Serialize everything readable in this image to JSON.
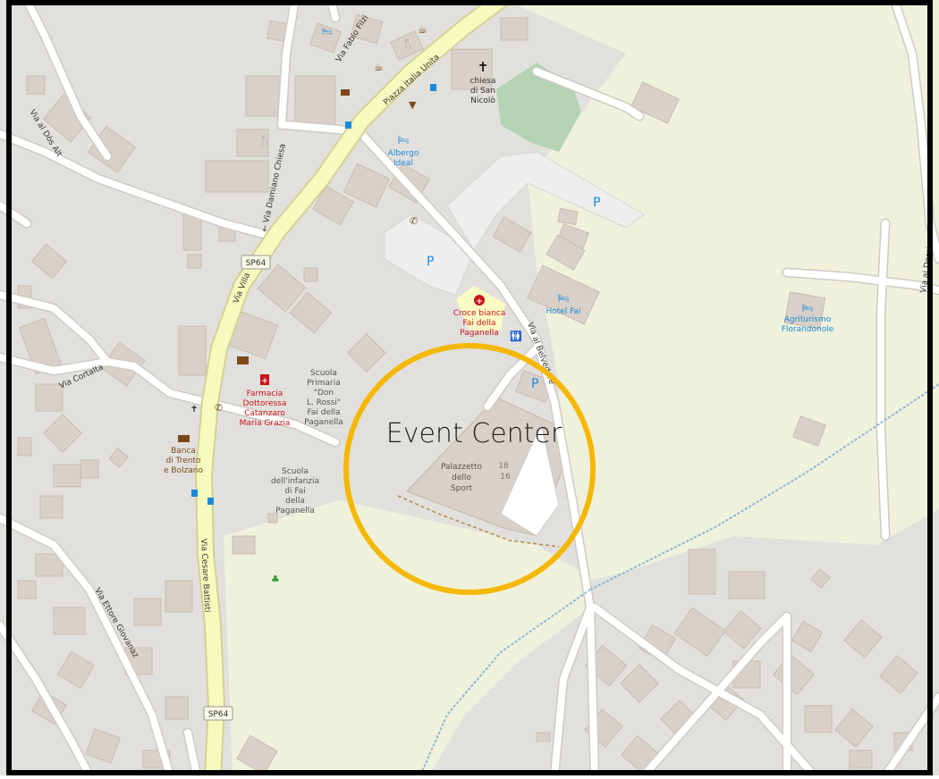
{
  "map": {
    "colors": {
      "background": "#e2e0dc",
      "meadow": "#f0f1dc",
      "building": "#d9d0c9",
      "building_stroke": "#c4b6ab",
      "road": "#ffffff",
      "road_casing": "#cfcac3",
      "primary_road": "#f7fabf",
      "primary_casing": "#d2d296",
      "parking": "#eeeeee",
      "church_green": "#b3d3b3",
      "hospital_area": "#fcfbc4",
      "red": "#c8141a",
      "blue_poi": "#1a8ad8",
      "brown_poi": "#7b4a1c",
      "highlight_circle": "#f5b800",
      "frame": "#000000"
    },
    "highlight": {
      "label": "Event Center"
    },
    "roads": [
      {
        "id": "via-fabio-filzi",
        "label": "Via Fabio Filzi"
      },
      {
        "id": "piazza-italia-unita",
        "label": "Piazza Italia Unita"
      },
      {
        "id": "via-al-dos-alt",
        "label": "Via al Dòs Alt"
      },
      {
        "id": "via-damiano-chiesa",
        "label": "← Via Damiano Chiesa"
      },
      {
        "id": "via-villa",
        "label": "Via Villa"
      },
      {
        "id": "via-cortalta",
        "label": "Via Cortalta"
      },
      {
        "id": "via-al-belvedere",
        "label": "Via al Belvedere"
      },
      {
        "id": "via-cesare-battisti",
        "label": "Via Cesare Battisti"
      },
      {
        "id": "via-ettore-giovanaz",
        "label": "Via Ettore Giovanaz"
      },
      {
        "id": "via-ai-dossi",
        "label": "Via ai Dossi"
      }
    ],
    "shields": [
      {
        "id": "sp64-top",
        "label": "SP64"
      },
      {
        "id": "sp64-bottom",
        "label": "SP64"
      }
    ],
    "pois": {
      "church": {
        "lines": [
          "chiesa",
          "di San",
          "Nicolò"
        ],
        "icon": "cross-icon"
      },
      "albergo": {
        "lines": [
          "Albergo",
          "Ideal"
        ],
        "icon": "bed-icon"
      },
      "croce": {
        "lines": [
          "Croce bianca",
          "Fai della",
          "Paganella"
        ],
        "icon": "medical-cross-icon"
      },
      "hotel": {
        "lines": [
          "Hotel Fai"
        ],
        "icon": "bed-icon"
      },
      "agriturismo": {
        "lines": [
          "Agriturismo",
          "Florandonole"
        ],
        "icon": "bed-icon"
      },
      "farmacia": {
        "lines": [
          "Farmacia",
          "Dottoressa",
          "Catanzaro",
          "Maria Grazia"
        ],
        "icon": "pharmacy-icon"
      },
      "scuola_primaria": {
        "lines": [
          "Scuola",
          "Primaria",
          "\"Don",
          "L. Rossi\"",
          "Fai della",
          "Paganella"
        ]
      },
      "scuola_infanzia": {
        "lines": [
          "Scuola",
          "dell'infanzia",
          "di Fai",
          "della",
          "Paganella"
        ]
      },
      "banca": {
        "lines": [
          "Banca",
          "di Trento",
          "e Bolzano"
        ],
        "icon": "bank-icon"
      },
      "palazzetto": {
        "lines": [
          "Palazzetto",
          "dello",
          "Sport"
        ]
      }
    },
    "house_numbers": [
      "18",
      "16"
    ],
    "parking_label": "P"
  }
}
